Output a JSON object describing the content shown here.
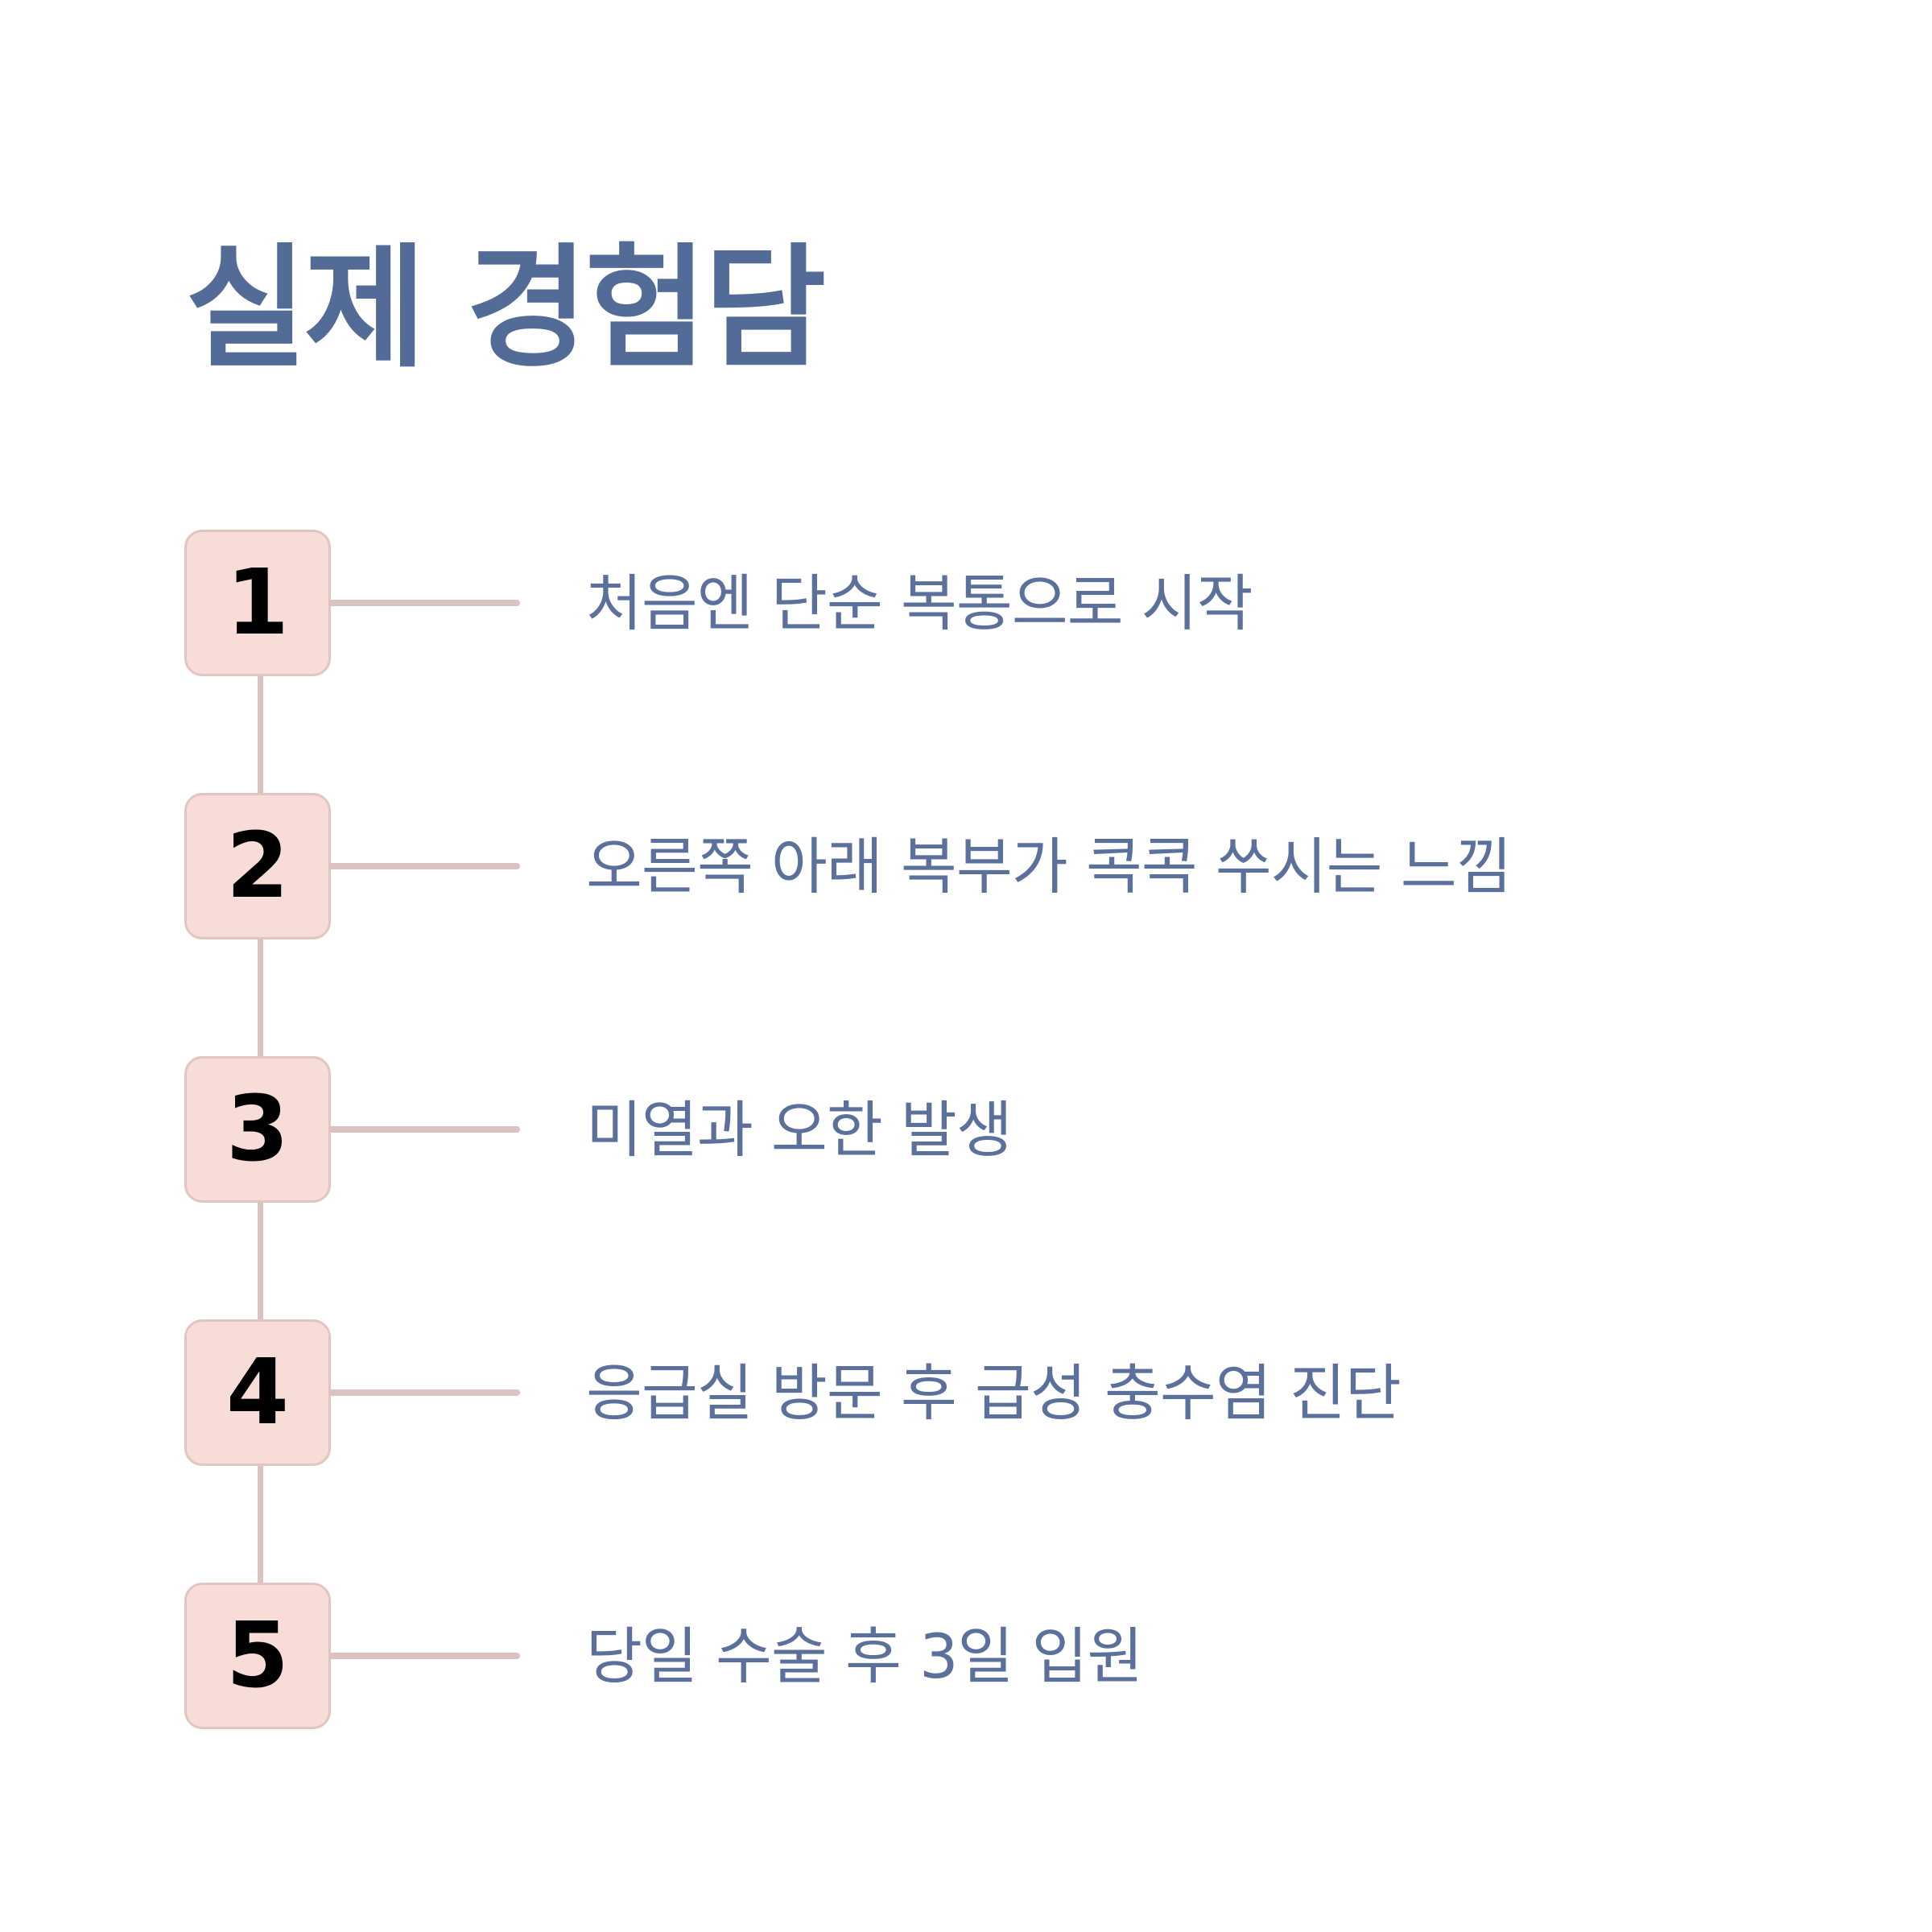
{
  "title": "실제 경험담",
  "colors": {
    "title": "#536b97",
    "text": "#5c709c",
    "badge_fill": "#f7dcd7",
    "badge_border": "#e1c5c1",
    "connector": "#dbc3c0",
    "number": "#000000"
  },
  "steps": [
    {
      "number": "1",
      "text": "처음엔 단순 복통으로 시작"
    },
    {
      "number": "2",
      "text": "오른쪽 아래 복부가 콕콕 쑤시는 느낌"
    },
    {
      "number": "3",
      "text": "미열과 오한 발생"
    },
    {
      "number": "4",
      "text": "응급실 방문 후 급성 충수염 진단"
    },
    {
      "number": "5",
      "text": "당일 수술 후 3일 입원"
    }
  ]
}
